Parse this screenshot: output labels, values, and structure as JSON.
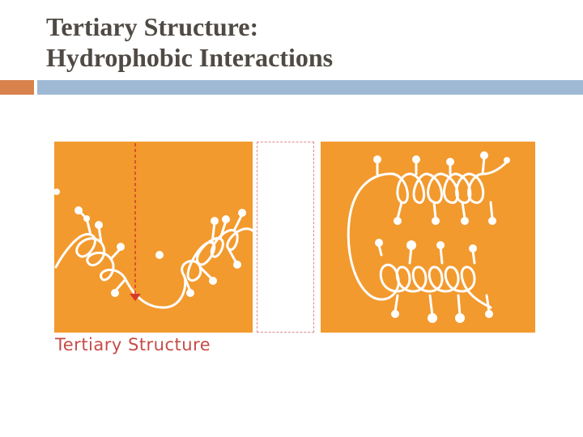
{
  "slide": {
    "title_line1": "Tertiary Structure:",
    "title_line2": "Hydrophobic Interactions",
    "caption": "Tertiary Structure"
  },
  "colors": {
    "title_text": "#4f4a44",
    "accent_orange_bar": "#d9824b",
    "accent_blue_bar": "#9fb9d4",
    "panel_orange": "#f29a2e",
    "caption_red": "#c64b46",
    "arrow_red": "#d63a2a"
  }
}
